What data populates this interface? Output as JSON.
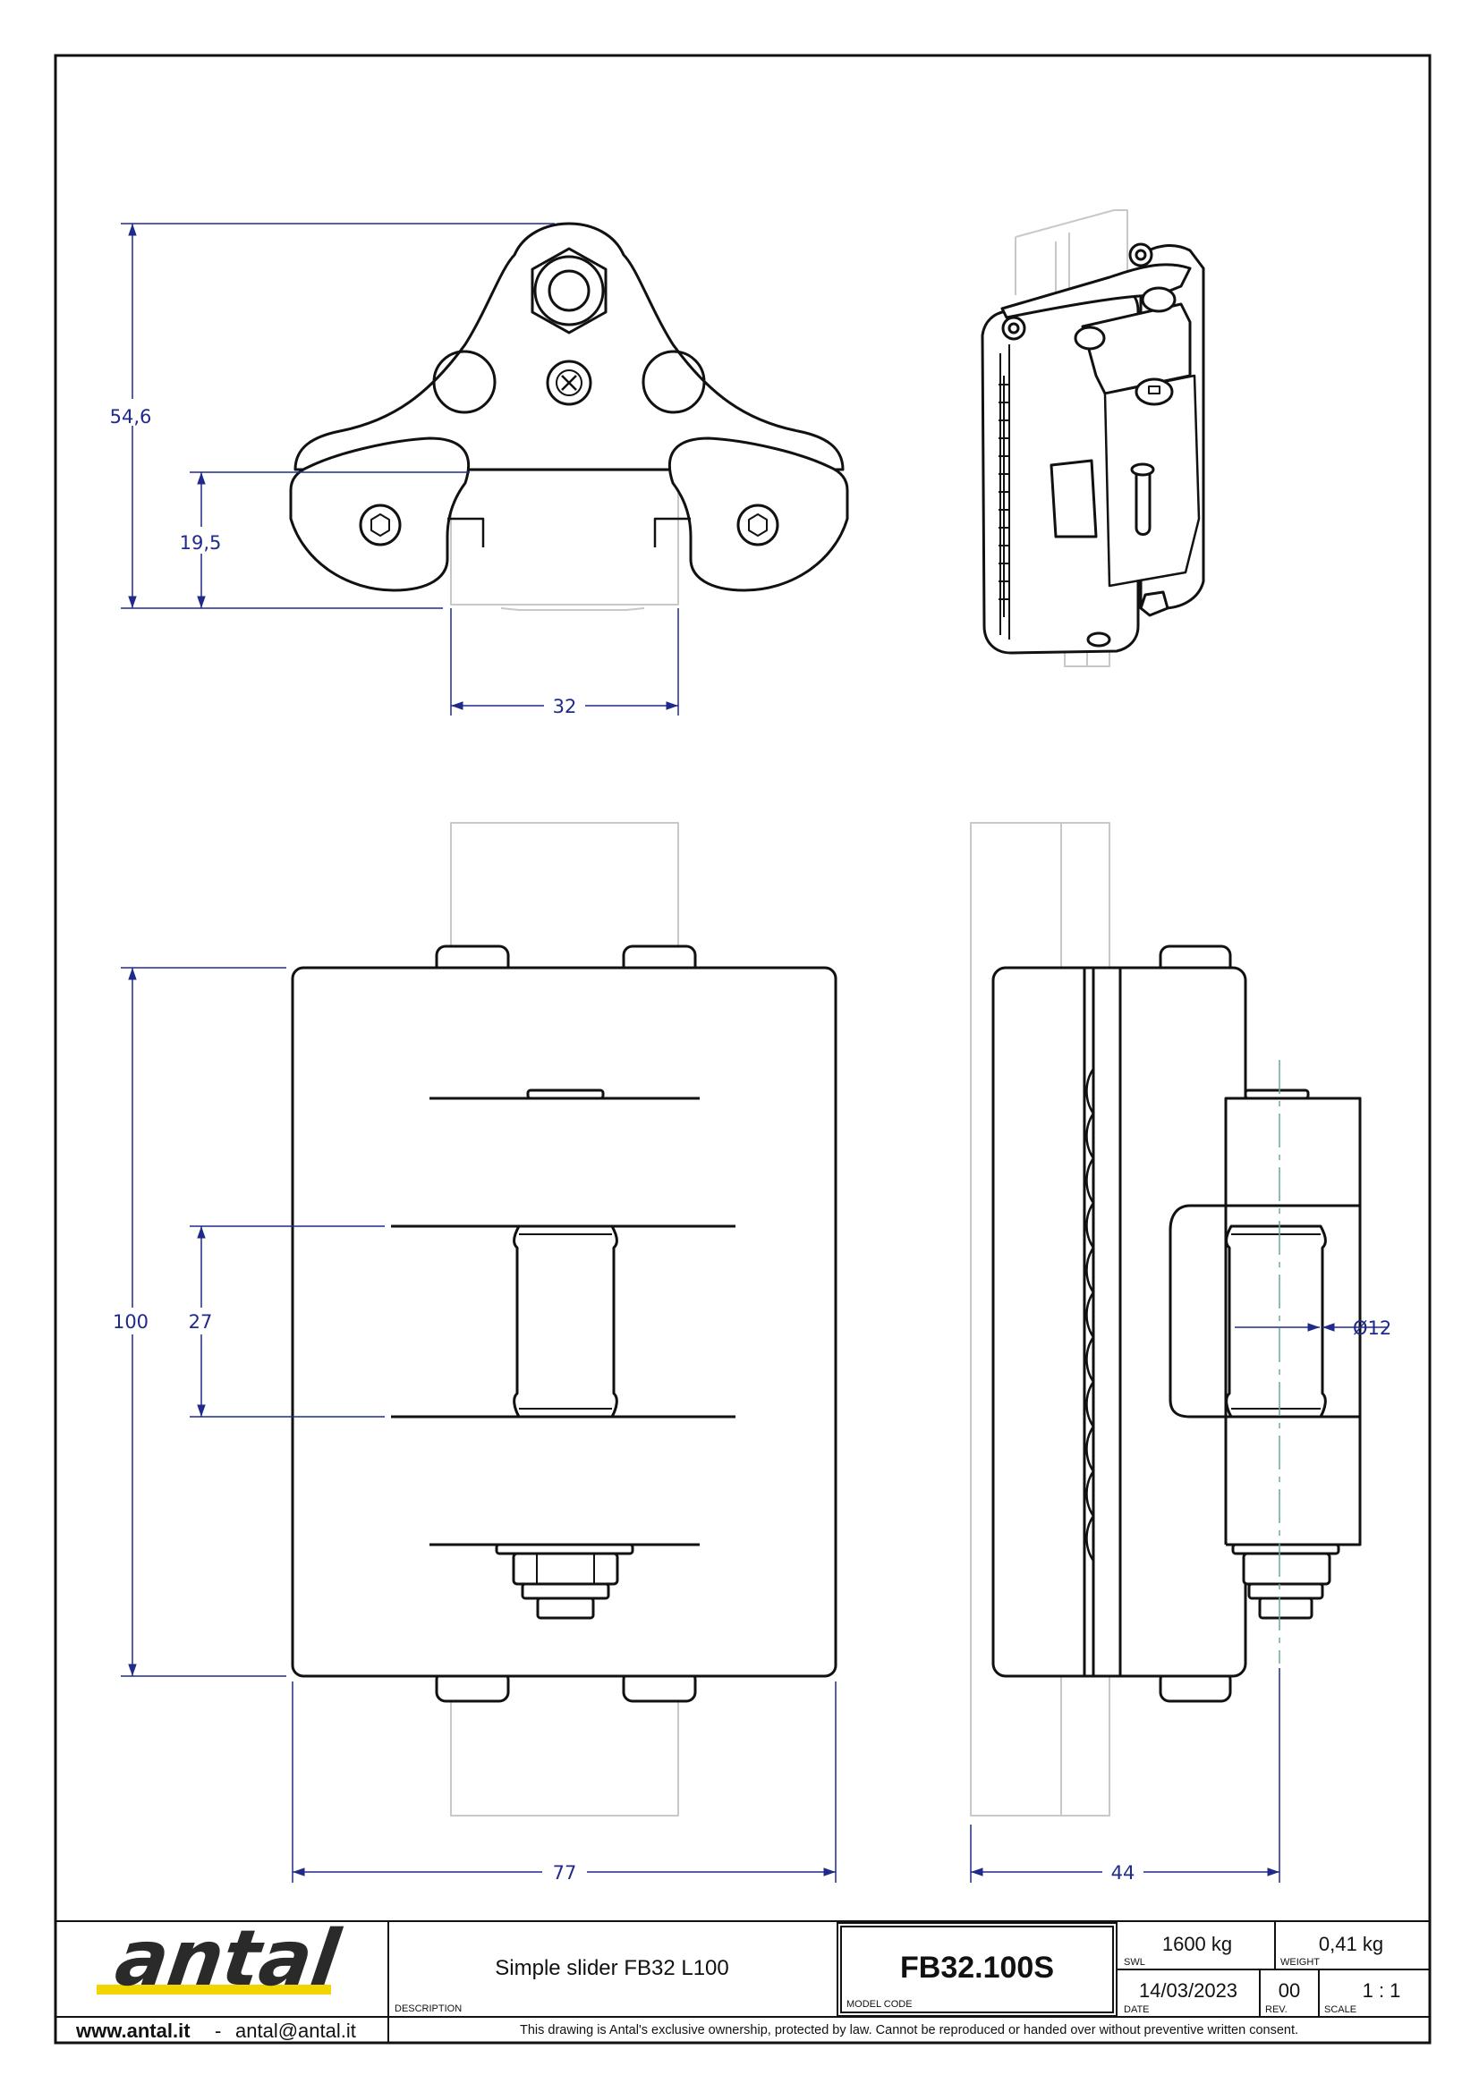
{
  "dimensions": {
    "height_total": "54,6",
    "height_lower": "19,5",
    "width_top": "32",
    "height_front": "100",
    "shaft_spacing": "27",
    "width_front": "77",
    "width_side": "44",
    "diameter": "Ø12"
  },
  "title_block": {
    "brand": "antal",
    "contact_web": "www.antal.it",
    "contact_sep": "-",
    "contact_email": "antal@antal.it",
    "description": "Simple slider FB32 L100",
    "description_label": "DESCRIPTION",
    "model_code": "FB32.100S",
    "model_code_label": "MODEL CODE",
    "swl_value": "1600 kg",
    "swl_label": "SWL",
    "weight_value": "0,41 kg",
    "weight_label": "WEIGHT",
    "date_value": "14/03/2023",
    "date_label": "DATE",
    "rev_value": "00",
    "rev_label": "REV.",
    "scale_value": "1 : 1",
    "scale_label": "SCALE",
    "legal_notice": "This drawing is Antal's exclusive ownership, protected by law. Cannot be reproduced or handed over without preventive written consent."
  },
  "colors": {
    "line": "#111111",
    "dimension": "#1f2a8a",
    "ghost": "#c8c8c8",
    "brand_accent": "#f2d500"
  }
}
